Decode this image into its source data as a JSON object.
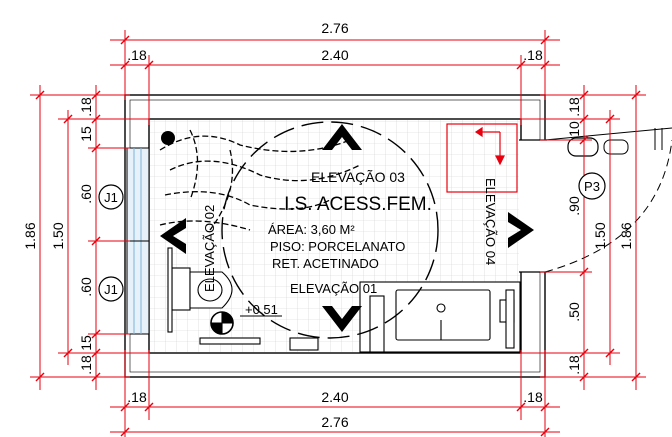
{
  "dims": {
    "top_total": "2.76",
    "top_left_wall": ".18",
    "top_inner": "2.40",
    "top_right_wall": ".18",
    "bottom_left_wall": ".18",
    "bottom_inner": "2.40",
    "bottom_right_wall": ".18",
    "bottom_total": "2.76",
    "left_outer_total": "1.86",
    "left_inner": "1.50",
    "left_top_wall": ".18",
    "left_top_gap": "15",
    "left_window1": ".60",
    "left_window2": ".60",
    "left_bottom_gap": "15",
    "left_bottom_wall": ".18",
    "right_top_wall": ".18",
    "right_top_gap": "10",
    "right_door": ".90",
    "right_bottom_seg": ".50",
    "right_bottom_wall": ".18",
    "right_inner": "1.50",
    "right_total": "1.86"
  },
  "tags": {
    "window_1": "J1",
    "window_2": "J1",
    "door": "P3"
  },
  "room": {
    "elev_03": "ELEVAÇÃO 03",
    "name": "I.S. ACESS.FEM.",
    "area": "ÁREA: 3,60 M²",
    "floor": "PISO: PORCELANATO",
    "finish": "RET. ACETINADO",
    "elev_01": "ELEVAÇÃO 01",
    "elev_04": "ELEVAÇÃO 04",
    "elev_02": "ELEVAÇÃO 02",
    "level": "+0.51"
  },
  "colors": {
    "dimension": "#e8000f",
    "line": "#000000",
    "tile": "#c8c8c8",
    "window": "#7fb4d9"
  }
}
